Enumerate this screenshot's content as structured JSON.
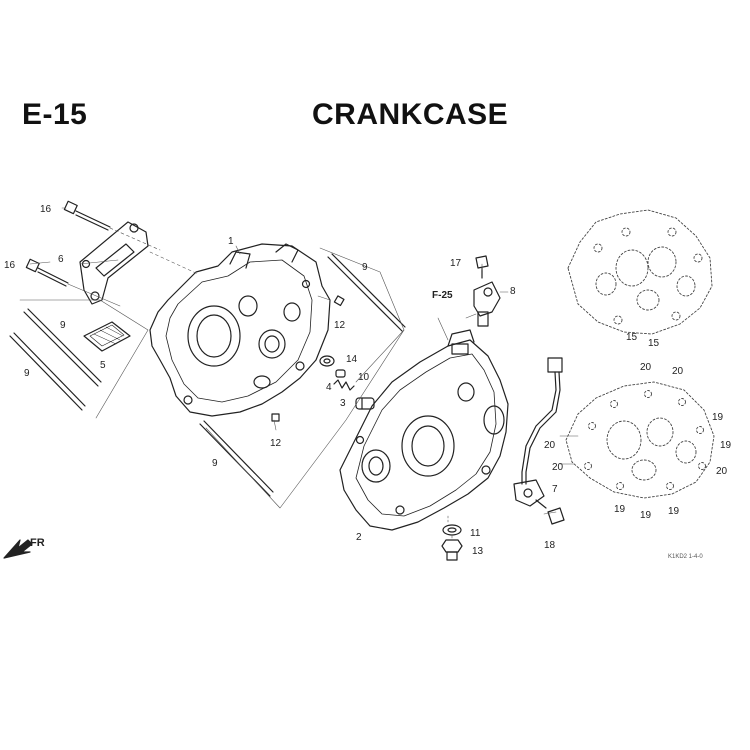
{
  "header": {
    "section_code": "E-15",
    "title": "CRANKCASE"
  },
  "diagram": {
    "callouts": [
      {
        "id": "c16a",
        "text": "16"
      },
      {
        "id": "c16b",
        "text": "16"
      },
      {
        "id": "c6",
        "text": "6"
      },
      {
        "id": "c1",
        "text": "1"
      },
      {
        "id": "c9a",
        "text": "9"
      },
      {
        "id": "c9b",
        "text": "9"
      },
      {
        "id": "c9c",
        "text": "9"
      },
      {
        "id": "c9d",
        "text": "9"
      },
      {
        "id": "c5",
        "text": "5"
      },
      {
        "id": "c12a",
        "text": "12"
      },
      {
        "id": "c12b",
        "text": "12"
      },
      {
        "id": "c17",
        "text": "17"
      },
      {
        "id": "c8",
        "text": "8"
      },
      {
        "id": "c14",
        "text": "14"
      },
      {
        "id": "c10",
        "text": "10"
      },
      {
        "id": "c4",
        "text": "4"
      },
      {
        "id": "c3",
        "text": "3"
      },
      {
        "id": "c2",
        "text": "2"
      },
      {
        "id": "c11",
        "text": "11"
      },
      {
        "id": "c13",
        "text": "13"
      },
      {
        "id": "c7",
        "text": "7"
      },
      {
        "id": "c18",
        "text": "18"
      },
      {
        "id": "c15a",
        "text": "15"
      },
      {
        "id": "c15b",
        "text": "15"
      },
      {
        "id": "c20a",
        "text": "20"
      },
      {
        "id": "c20b",
        "text": "20"
      },
      {
        "id": "c20c",
        "text": "20"
      },
      {
        "id": "c20d",
        "text": "20"
      },
      {
        "id": "c20e",
        "text": "20"
      },
      {
        "id": "c19a",
        "text": "19"
      },
      {
        "id": "c19b",
        "text": "19"
      },
      {
        "id": "c19c",
        "text": "19"
      },
      {
        "id": "c19d",
        "text": "19"
      },
      {
        "id": "c19e",
        "text": "19"
      }
    ],
    "reference_tag": "F-25",
    "front_label": "FR",
    "drawing_code": "K1KD2 1-4-0"
  }
}
